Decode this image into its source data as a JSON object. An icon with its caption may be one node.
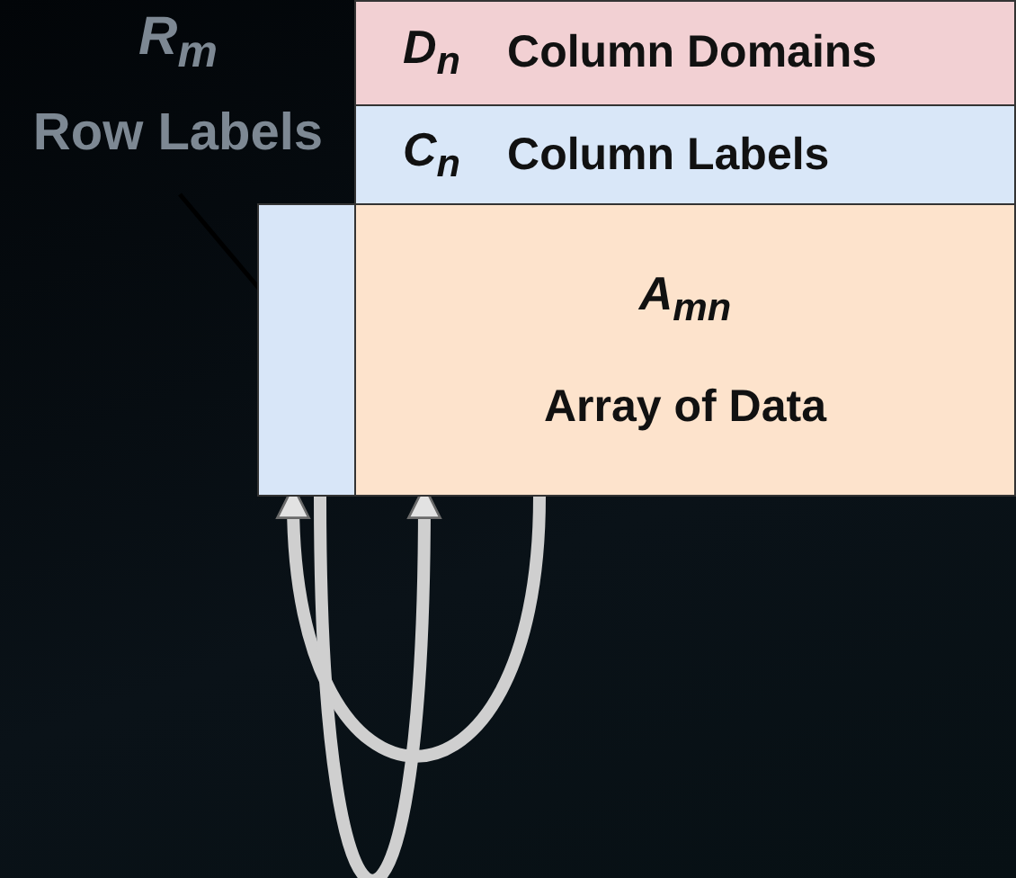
{
  "diagram": {
    "nodes": [
      {
        "text": [
          "R$_{m}$",
          "Row Labels"
        ]
      },
      {
        "text": [],
        "shape": "box"
      },
      {
        "text": [
          "D$_{n}$",
          "Column Domains"
        ]
      },
      {
        "text": [
          "C$_{n}$",
          "Column Labels"
        ]
      },
      {
        "text": [
          "A$_{mn}$",
          "Array of Data"
        ]
      }
    ],
    "edges": [
      {
        "from": 0,
        "to": 1,
        "arrow": "none",
        "color": "#000000"
      },
      {
        "from": 4,
        "to": 1,
        "arrow": "to"
      },
      {
        "from": 1,
        "to": 4,
        "arrow": "to"
      }
    ]
  }
}
